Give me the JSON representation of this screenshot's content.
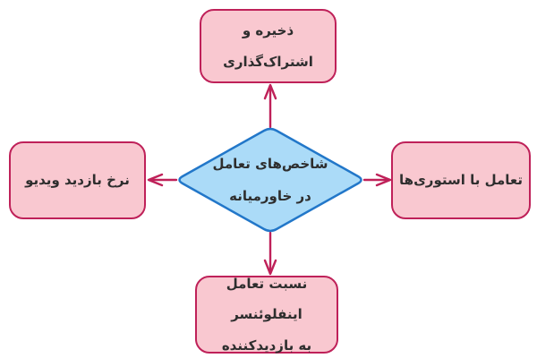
{
  "diagram": {
    "type": "flowchart",
    "direction": "rtl",
    "center_node": {
      "id": "center",
      "shape": "diamond",
      "lines": [
        "شاخص‌های تعامل",
        "در خاورمیانه"
      ]
    },
    "nodes": {
      "top": {
        "shape": "rounded-rect",
        "lines": [
          "ذخیره و اشتراک‌گذاری"
        ]
      },
      "left": {
        "shape": "rounded-rect",
        "lines": [
          "نرخ بازدید ویدیو"
        ]
      },
      "right": {
        "shape": "rounded-rect",
        "lines": [
          "تعامل با استوری‌ها"
        ]
      },
      "bottom": {
        "shape": "rounded-rect",
        "lines": [
          "نسبت تعامل اینفلوئنسر",
          "به بازدیدکننده"
        ]
      }
    },
    "edges": [
      {
        "from": "center",
        "to": "top",
        "arrowhead": "open-v"
      },
      {
        "from": "center",
        "to": "left",
        "arrowhead": "open-v"
      },
      {
        "from": "center",
        "to": "right",
        "arrowhead": "open-v"
      },
      {
        "from": "center",
        "to": "bottom",
        "arrowhead": "open-v"
      }
    ],
    "colors": {
      "node_fill": "#f9c8d0",
      "node_border": "#bf2159",
      "center_fill": "#abdbf8",
      "center_border": "#2277c9",
      "arrow": "#bf2159",
      "text": "#2e2e2e",
      "background": "#ffffff"
    }
  }
}
